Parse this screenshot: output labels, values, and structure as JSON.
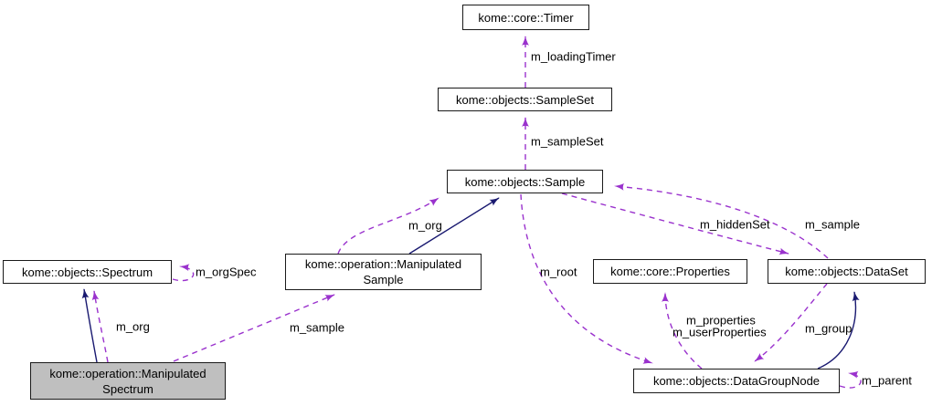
{
  "diagram_type": "collaboration-graph",
  "colors": {
    "uses_edge": "#9a32cd",
    "inherit_edge": "#191970",
    "node_border": "#1a1a1a",
    "node_fill": "#ffffff",
    "focus_node_fill": "#bfbfbf",
    "label_color": "#000000",
    "bg": "#ffffff"
  },
  "nodes": [
    {
      "id": "timer",
      "lines": [
        "kome::core::Timer"
      ]
    },
    {
      "id": "sampleset",
      "lines": [
        "kome::objects::SampleSet"
      ]
    },
    {
      "id": "sample",
      "lines": [
        "kome::objects::Sample"
      ]
    },
    {
      "id": "spectrum",
      "lines": [
        "kome::objects::Spectrum"
      ]
    },
    {
      "id": "manipulated-sample",
      "lines": [
        "kome::operation::Manipulated",
        "Sample"
      ]
    },
    {
      "id": "properties",
      "lines": [
        "kome::core::Properties"
      ]
    },
    {
      "id": "dataset",
      "lines": [
        "kome::objects::DataSet"
      ]
    },
    {
      "id": "manipulated-spectrum",
      "lines": [
        "kome::operation::Manipulated",
        "Spectrum"
      ],
      "highlighted": true
    },
    {
      "id": "datagroupnode",
      "lines": [
        "kome::objects::DataGroupNode"
      ]
    }
  ],
  "edge_labels": [
    {
      "text": "m_loadingTimer"
    },
    {
      "text": "m_sampleSet"
    },
    {
      "text": "m_org"
    },
    {
      "text": "m_orgSpec"
    },
    {
      "text": "m_org"
    },
    {
      "text": "m_sample"
    },
    {
      "text": "m_root"
    },
    {
      "text": "m_hiddenSet"
    },
    {
      "text": "m_sample"
    },
    {
      "text": "m_properties"
    },
    {
      "text": "m_userProperties"
    },
    {
      "text": "m_group"
    },
    {
      "text": "m_parent"
    }
  ]
}
